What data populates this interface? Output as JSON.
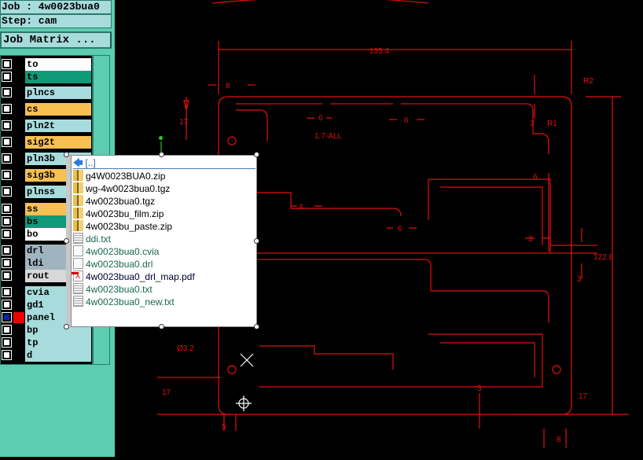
{
  "header": {
    "job": "Job : 4w0023bua0",
    "step": "Step: cam",
    "job_matrix": "Job Matrix ..."
  },
  "layers": [
    {
      "name": "to",
      "color": "#ffffff"
    },
    {
      "name": "ts",
      "color": "#109a78"
    },
    {
      "name": "plncs",
      "color": "#a8dcdc"
    },
    {
      "name": "cs",
      "color": "#f8c050"
    },
    {
      "name": "pln2t",
      "color": "#a8dcdc"
    },
    {
      "name": "sig2t",
      "color": "#f8c050"
    },
    {
      "name": "pln3b",
      "color": "#a8dcdc"
    },
    {
      "name": "sig3b",
      "color": "#f8c050"
    },
    {
      "name": "plnss",
      "color": "#a8dcdc"
    },
    {
      "name": "ss",
      "color": "#f8c050"
    },
    {
      "name": "bs",
      "color": "#109a78"
    },
    {
      "name": "bo",
      "color": "#ffffff"
    },
    {
      "name": "drl",
      "color": "#a0b4c0"
    },
    {
      "name": "ldi",
      "color": "#a0b4c0"
    },
    {
      "name": "rout",
      "color": "#d8d8d8"
    },
    {
      "name": "cvia",
      "color": "#a8dcdc"
    },
    {
      "name": "gd1",
      "color": "#a8dcdc"
    },
    {
      "name": "panel",
      "color": "#a8dcdc",
      "selected": true
    },
    {
      "name": "bp",
      "color": "#a8dcdc"
    },
    {
      "name": "tp",
      "color": "#a8dcdc"
    },
    {
      "name": "d",
      "color": "#a8dcdc"
    }
  ],
  "file_popup": {
    "up": "[..]",
    "files": [
      {
        "name": "g4W0023BUA0.zip",
        "icon": "zip-icon",
        "color": "#000000"
      },
      {
        "name": "wg-4w0023bua0.tgz",
        "icon": "zip-icon",
        "color": "#000000"
      },
      {
        "name": "4w0023bua0.tgz",
        "icon": "zip-icon",
        "color": "#000000"
      },
      {
        "name": "4w0023bu_film.zip",
        "icon": "zip-icon",
        "color": "#000000"
      },
      {
        "name": "4w0023bu_paste.zip",
        "icon": "zip-icon",
        "color": "#000000"
      },
      {
        "name": "ddi.txt",
        "icon": "text-file-icon",
        "color": "#1a6a4a"
      },
      {
        "name": "4w0023bua0.cvia",
        "icon": "file-icon",
        "color": "#1a6a4a"
      },
      {
        "name": "4w0023bua0.drl",
        "icon": "file-icon",
        "color": "#1a6a4a"
      },
      {
        "name": "4w0023bua0_drl_map.pdf",
        "icon": "pdf-icon",
        "color": "#000030"
      },
      {
        "name": "4w0023bua0.txt",
        "icon": "text-file-icon",
        "color": "#1a6a4a"
      },
      {
        "name": "4w0023bua0_new.txt",
        "icon": "text-file-icon",
        "color": "#1a6a4a"
      }
    ]
  },
  "drawing": {
    "color": "#e01010",
    "dims": {
      "width": "135.4",
      "height": "122.8",
      "r2": "R2",
      "r1": "R1",
      "note": "1.7-ALL",
      "d8a": "8",
      "d8b": "8",
      "d17a": "17",
      "d17b": "17",
      "d17c": "17",
      "d6a": "6",
      "d6b": "6",
      "d6c": "6",
      "d6d": "6",
      "d4": "4",
      "d3a": "3",
      "d3b": "3",
      "d3c": "3",
      "d3d": "3",
      "d5": "5",
      "hole": "Ø3.2"
    }
  }
}
